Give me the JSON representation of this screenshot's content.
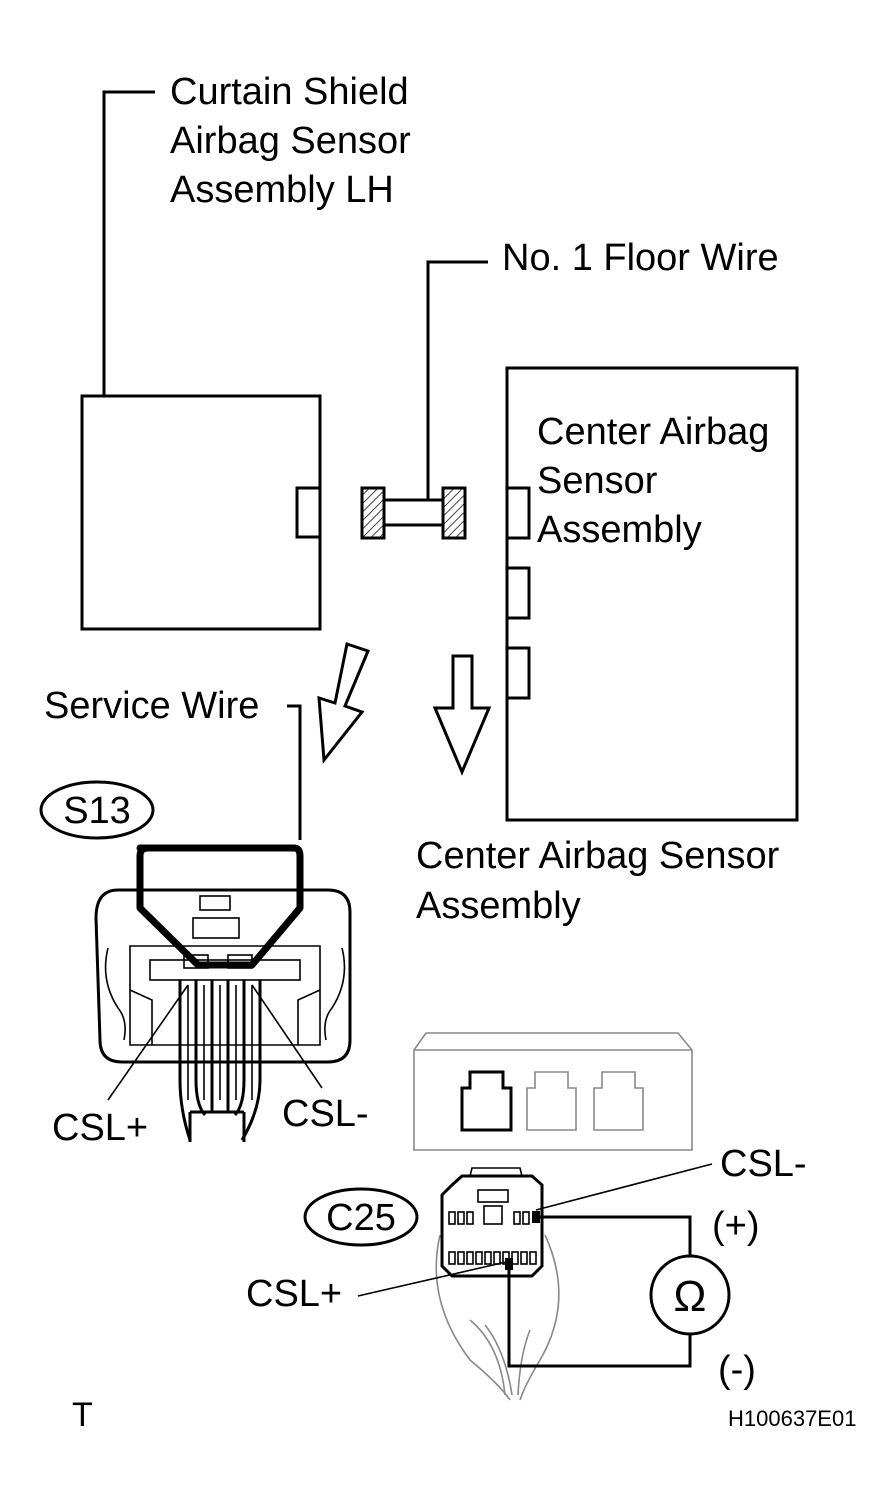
{
  "labels": {
    "curtain_line1": "Curtain Shield",
    "curtain_line2": "Airbag Sensor",
    "curtain_line3": "Assembly LH",
    "floor_wire": "No. 1 Floor Wire",
    "center_box_line1": "Center Airbag",
    "center_box_line2": "Sensor",
    "center_box_line3": "Assembly",
    "service_wire": "Service Wire",
    "s13": "S13",
    "center_caption_line1": "Center Airbag Sensor",
    "center_caption_line2": "Assembly",
    "csl_plus_left": "CSL+",
    "csl_minus_left": "CSL-",
    "csl_minus_right": "CSL-",
    "c25": "C25",
    "csl_plus_right": "CSL+",
    "plus": "(+)",
    "minus": "(-)",
    "ohm": "Ω",
    "corner_t": "T",
    "figure_id": "H100637E01"
  },
  "icons": {
    "ohmmeter": "ohmmeter-icon",
    "arrows": "down-arrow-icon"
  }
}
